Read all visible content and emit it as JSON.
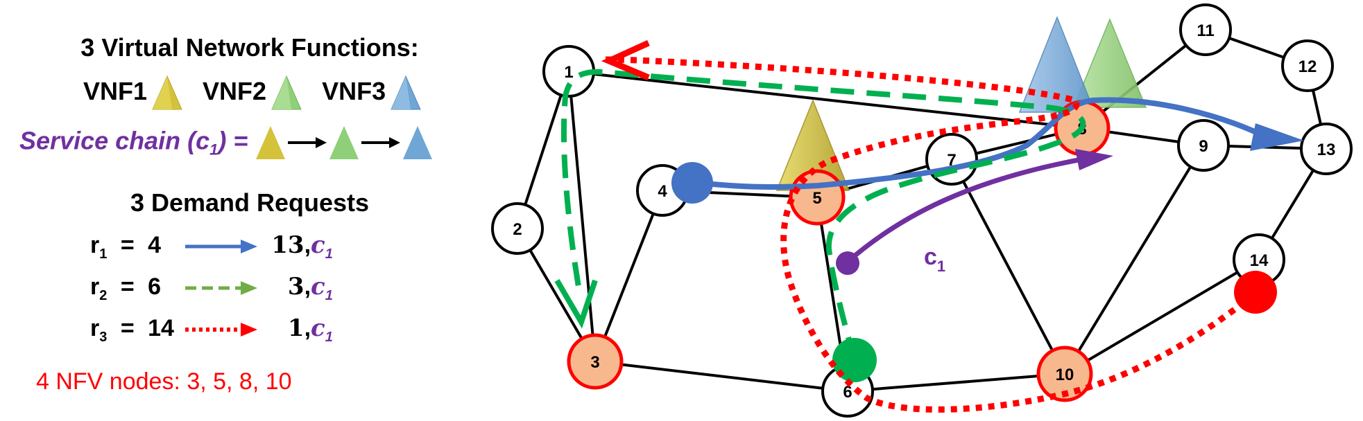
{
  "legend": {
    "vnf_title": "3 Virtual Network Functions:",
    "vnfs": [
      {
        "label": "VNF1",
        "color": "#d4c23a"
      },
      {
        "label": "VNF2",
        "color": "#8fcf78"
      },
      {
        "label": "VNF3",
        "color": "#6fa6d6"
      }
    ],
    "service_chain_label": "Service chain (c",
    "service_chain_sub": "1",
    "service_chain_eq": ") =",
    "demand_title": "3 Demand Requests",
    "requests": [
      {
        "r": "r",
        "sub": "1",
        "eq": "=",
        "src": "4",
        "dst": "13",
        "chain": "c",
        "chain_sub": "1",
        "style": "solid",
        "color": "#4472c4"
      },
      {
        "r": "r",
        "sub": "2",
        "eq": "=",
        "src": "6",
        "dst": "3",
        "chain": "c",
        "chain_sub": "1",
        "style": "dashed",
        "color": "#3daa4b"
      },
      {
        "r": "r",
        "sub": "3",
        "eq": "=",
        "src": "14",
        "dst": "1",
        "chain": "c",
        "chain_sub": "1",
        "style": "dotted",
        "color": "#ff0000"
      }
    ],
    "nfv_note": "4 NFV nodes: 3, 5, 8, 10"
  },
  "graph": {
    "nodes": [
      "1",
      "2",
      "3",
      "4",
      "5",
      "6",
      "7",
      "8",
      "9",
      "10",
      "11",
      "12",
      "13",
      "14"
    ],
    "nfv_nodes": [
      "3",
      "5",
      "8",
      "10"
    ],
    "edges": [
      [
        "1",
        "2"
      ],
      [
        "2",
        "3"
      ],
      [
        "1",
        "3"
      ],
      [
        "1",
        "8"
      ],
      [
        "3",
        "4"
      ],
      [
        "3",
        "6"
      ],
      [
        "4",
        "5"
      ],
      [
        "5",
        "6"
      ],
      [
        "5",
        "7"
      ],
      [
        "7",
        "8"
      ],
      [
        "7",
        "10"
      ],
      [
        "8",
        "9"
      ],
      [
        "8",
        "11"
      ],
      [
        "9",
        "10"
      ],
      [
        "9",
        "13"
      ],
      [
        "11",
        "12"
      ],
      [
        "12",
        "13"
      ],
      [
        "13",
        "14"
      ],
      [
        "6",
        "10"
      ],
      [
        "10",
        "14"
      ]
    ],
    "chain_label": "c",
    "chain_label_sub": "1",
    "colors": {
      "nfv_fill": "#f8b88e",
      "nfv_stroke": "#ff0000",
      "node_fill": "#ffffff",
      "edge": "#000000",
      "chain": "#7030a0"
    }
  }
}
